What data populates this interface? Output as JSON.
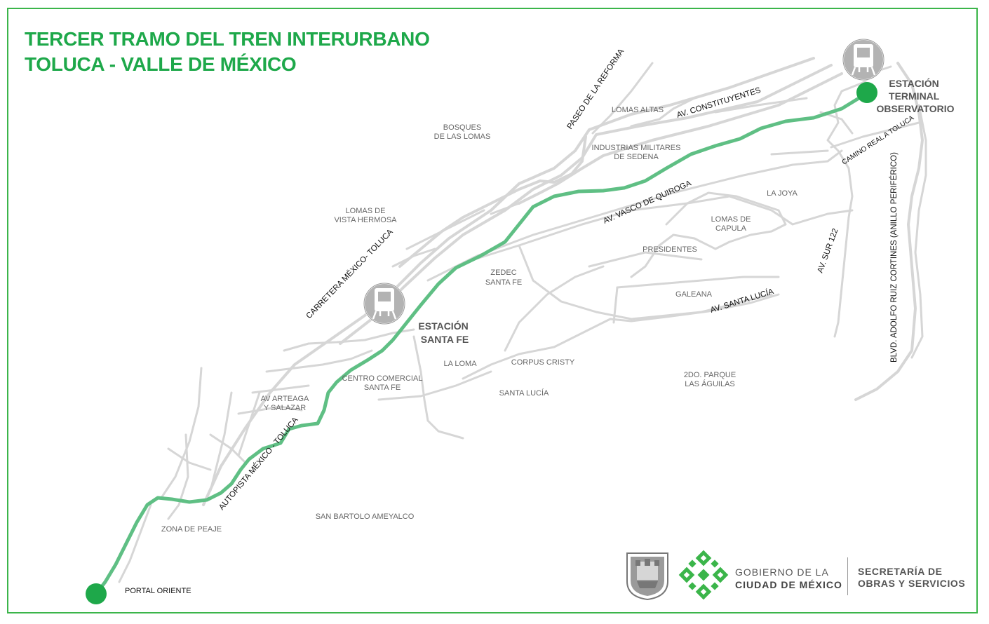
{
  "title": {
    "line1": "TERCER TRAMO DEL TREN INTERURBANO",
    "line2": "TOLUCA - VALLE DE MÉXICO"
  },
  "colors": {
    "frame": "#3bb54a",
    "title": "#1ea84a",
    "route": "#5fbf84",
    "station_dot": "#1ea84a",
    "roads": "#d6d6d6"
  },
  "stations": {
    "terminal": [
      "ESTACIÓN",
      "TERMINAL",
      "OBSERVATORIO"
    ],
    "santa_fe": [
      "ESTACIÓN",
      "SANTA FE"
    ],
    "portal": "PORTAL ORIENTE"
  },
  "places": {
    "bosques": [
      "BOSQUES",
      "DE LAS LOMAS"
    ],
    "lomas_altas": "LOMAS ALTAS",
    "industrias": [
      "INDUSTRIAS MILITARES",
      "DE SEDENA"
    ],
    "la_joya": "LA JOYA",
    "lomas_vista": [
      "LOMAS DE",
      "VISTA HERMOSA"
    ],
    "lomas_capula": [
      "LOMAS DE",
      "CAPULA"
    ],
    "presidentes": "PRESIDENTES",
    "zedec": [
      "ZEDEC",
      "SANTA FE"
    ],
    "galeana": "GALEANA",
    "la_loma": "LA LOMA",
    "corpus": "CORPUS CRISTY",
    "centro_comercial": [
      "CENTRO COMERCIAL",
      "SANTA FE"
    ],
    "parque": [
      "2DO. PARQUE",
      "LAS ÁGUILAS"
    ],
    "arteaga": [
      "AV ARTEAGA",
      "Y SALAZAR"
    ],
    "santa_lucia": "SANTA LUCÍA",
    "zona_peaje": "ZONA DE PEAJE",
    "san_bartolo": "SAN BARTOLO AMEYALCO"
  },
  "roads": {
    "reforma": "PASEO DE LA REFORMA",
    "constituyentes": "AV. CONSTITUYENTES",
    "camino_real": "CAMINO REAL A TOLUCA",
    "periferico": "BLVD. ADOLFO RUIZ CORTINES (ANILLO PERIFÉRICO)",
    "vasco": "AV. VASCO DE QUIROGA",
    "sur122": "AV. SUR 122",
    "santa_lucia_av": "AV. SANTA LUCÍA",
    "carretera": "CARRETERA MÉXICO- TOLUCA",
    "autopista": "AUTOPISTA MÉXICO - TOLUCA"
  },
  "footer": {
    "gov_line1": "GOBIERNO DE LA",
    "gov_line2": "CIUDAD DE MÉXICO",
    "sec_line1": "SECRETARÍA DE",
    "sec_line2": "OBRAS Y SERVICIOS"
  },
  "icons": [
    "train-icon",
    "coat-of-arms-icon",
    "cdmx-logo-icon"
  ]
}
